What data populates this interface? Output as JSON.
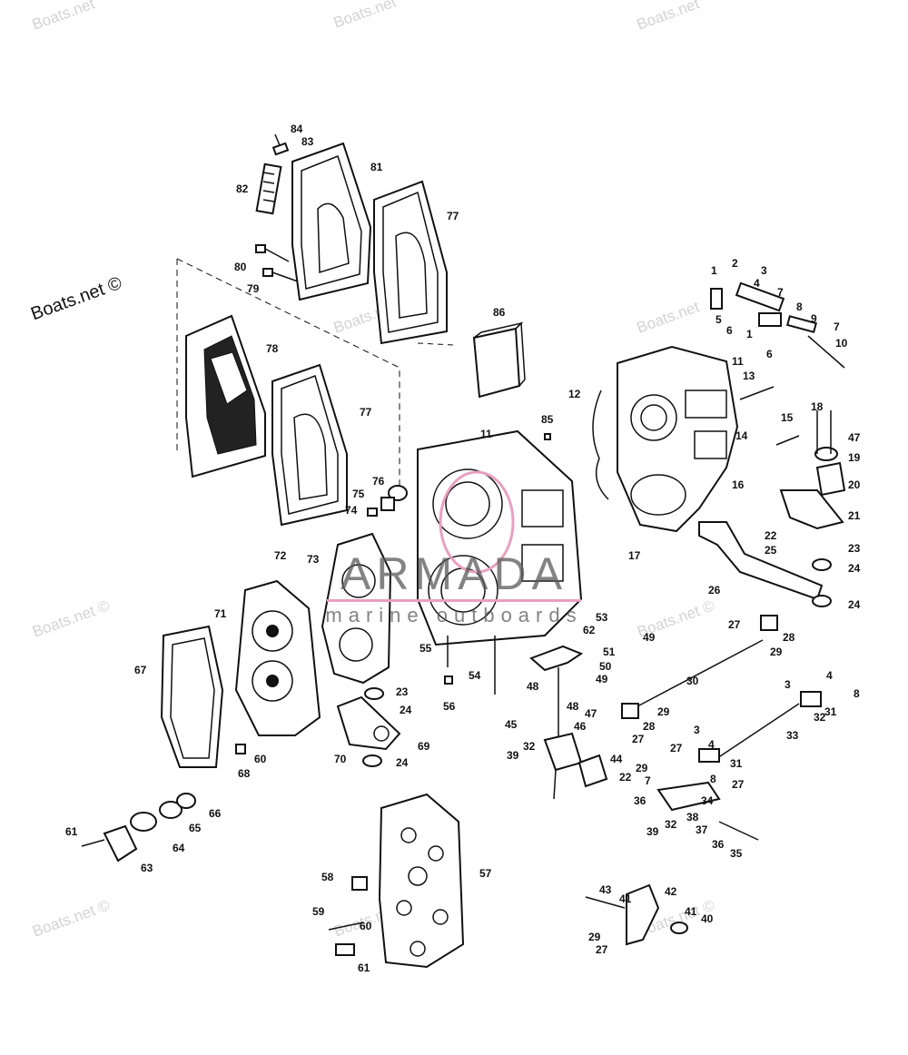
{
  "watermarks": {
    "main": "Boats.net ©",
    "faint": "Boats.net",
    "faint_c": "Boats.net ©"
  },
  "brand": {
    "name": "ARMADA",
    "subtitle": "marine outboards",
    "accent_color": "#e8a0c0"
  },
  "callouts": [
    "84",
    "83",
    "82",
    "81",
    "80",
    "79",
    "78",
    "77",
    "77",
    "86",
    "11",
    "11",
    "85",
    "12",
    "13",
    "1",
    "2",
    "3",
    "4",
    "5",
    "6",
    "1",
    "6",
    "7",
    "7",
    "8",
    "9",
    "10",
    "14",
    "15",
    "16",
    "17",
    "18",
    "47",
    "19",
    "20",
    "21",
    "22",
    "23",
    "24",
    "24",
    "25",
    "26",
    "27",
    "28",
    "29",
    "30",
    "31",
    "32",
    "33",
    "3",
    "4",
    "8",
    "76",
    "75",
    "74",
    "72",
    "73",
    "71",
    "67",
    "23",
    "24",
    "69",
    "70",
    "24",
    "68",
    "60",
    "55",
    "56",
    "54",
    "53",
    "62",
    "49",
    "51",
    "50",
    "49",
    "48",
    "48",
    "47",
    "46",
    "45",
    "32",
    "39",
    "44",
    "22",
    "61",
    "63",
    "64",
    "65",
    "66",
    "57",
    "58",
    "59",
    "60",
    "61",
    "43",
    "42",
    "41",
    "41",
    "40",
    "29",
    "27",
    "3",
    "27",
    "4",
    "31",
    "29",
    "7",
    "8",
    "27",
    "36",
    "34",
    "38",
    "37",
    "39",
    "32",
    "36",
    "35",
    "28",
    "29",
    "27"
  ]
}
